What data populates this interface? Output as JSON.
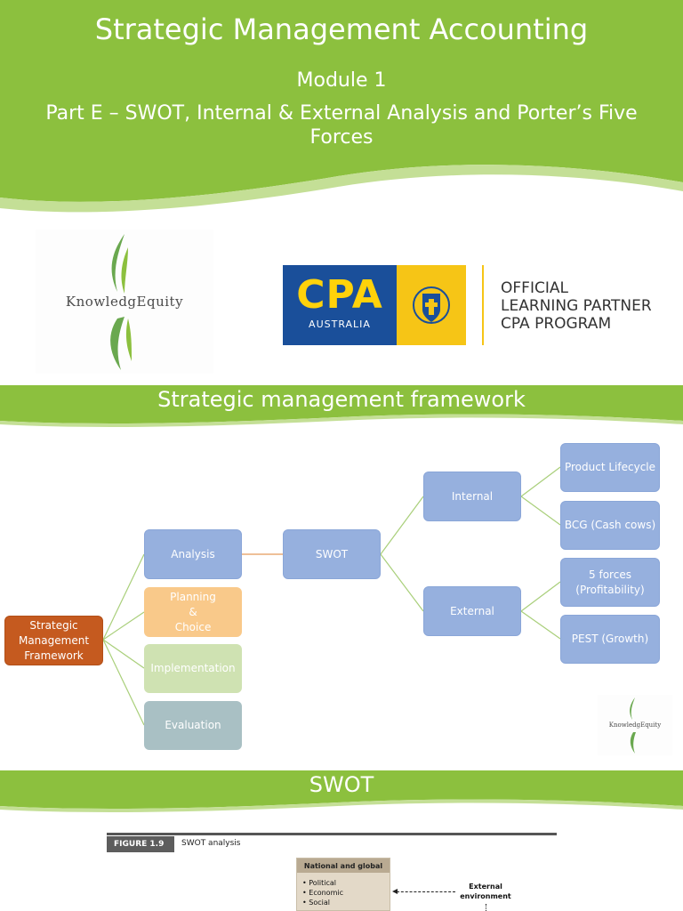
{
  "slide1": {
    "title": "Strategic Management Accounting",
    "module": "Module 1",
    "part": "Part E – SWOT, Internal & External Analysis and Porter’s Five Forces",
    "logos": {
      "knowledgequity": "KnowledgEquity",
      "cpa_big": "CPA",
      "cpa_small": "AUSTRALIA",
      "partner_line1": "OFFICIAL",
      "partner_line2": "LEARNING PARTNER",
      "partner_line3": "CPA PROGRAM"
    }
  },
  "slide2": {
    "title": "Strategic management framework",
    "root": "Strategic Management Framework",
    "level1": [
      "Analysis",
      "Planning & Choice",
      "Implementation",
      "Evaluation"
    ],
    "swot": "SWOT",
    "internal": "Internal",
    "external": "External",
    "internal_children": [
      "Product Lifecycle",
      "BCG (Cash cows)"
    ],
    "external_children": [
      "5 forces (Profitability)",
      "PEST (Growth)"
    ],
    "logo_text": "KnowledgEquity"
  },
  "slide3": {
    "title": "SWOT",
    "figure_number": "FIGURE 1.9",
    "figure_title": "SWOT analysis",
    "national_global_header": "National and global",
    "national_global_items": [
      "Political",
      "Economic",
      "Social"
    ],
    "external_environment": "External environment"
  },
  "colors": {
    "green_band": "#8cc03e",
    "node_blue": "#96b0de",
    "root_orange": "#c55a1f",
    "cpa_blue": "#1a4f9a",
    "cpa_yellow": "#f6c516"
  }
}
